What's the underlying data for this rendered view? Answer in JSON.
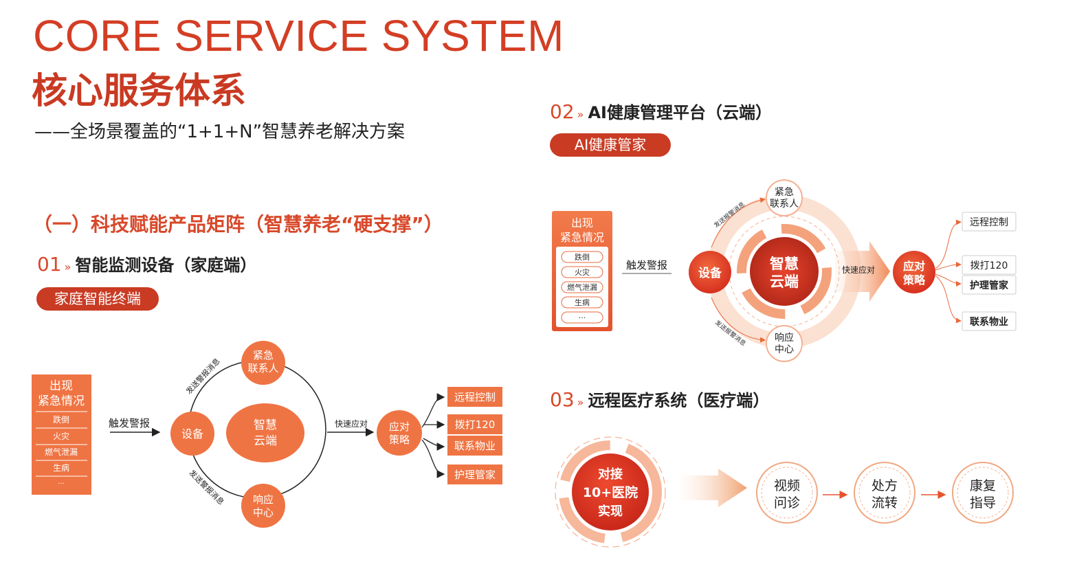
{
  "header": {
    "en_title": "CORE SERVICE SYSTEM",
    "cn_title": "核心服务体系",
    "subtitle": "——全场景覆盖的“1+1+N”智慧养老解决方案"
  },
  "section1": {
    "title": "（一）科技赋能产品矩阵（智慧养老“硬支撑”）",
    "s01": {
      "num": "01",
      "chevron": "»",
      "title": "智能监测设备（家庭端）",
      "pill": "家庭智能终端"
    },
    "diagram": {
      "box_title_1": "出现",
      "box_title_2": "紧急情况",
      "box_items": [
        "跌倒",
        "火灾",
        "燃气泄漏",
        "生病",
        "..."
      ],
      "trigger": "触发警报",
      "device": "设备",
      "cloud_1": "智慧",
      "cloud_2": "云端",
      "contact_1": "紧急",
      "contact_2": "联系人",
      "response_1": "响应",
      "response_2": "中心",
      "send_top": "发送警报消息",
      "send_bottom": "发送警报消息",
      "fast": "快速应对",
      "strategy_1": "应对",
      "strategy_2": "策略",
      "outputs": [
        "远程控制",
        "拨打120",
        "联系物业",
        "护理管家"
      ]
    }
  },
  "section2": {
    "num": "02",
    "chevron": "»",
    "title": "AI健康管理平台（云端）",
    "pill": "AI健康管家",
    "diagram": {
      "box_title_1": "出现",
      "box_title_2": "紧急情况",
      "box_items": [
        "跌倒",
        "火灾",
        "燃气泄漏",
        "生病",
        "···"
      ],
      "trigger": "触发警报",
      "device": "设备",
      "cloud_1": "智慧",
      "cloud_2": "云端",
      "contact_1": "紧急",
      "contact_2": "联系人",
      "response_1": "响应",
      "response_2": "中心",
      "send_top": "发送报警消息",
      "send_bottom": "发送报警消息",
      "fast": "快速应对",
      "strategy_1": "应对",
      "strategy_2": "策略",
      "outputs": [
        "远程控制",
        "拨打120",
        "护理管家",
        "联系物业"
      ]
    }
  },
  "section3": {
    "num": "03",
    "chevron": "»",
    "title": "远程医疗系统（医疗端）",
    "diagram": {
      "hub_1": "对接",
      "hub_2": "10+医院",
      "hub_3": "实现",
      "steps": [
        {
          "l1": "视频",
          "l2": "问诊"
        },
        {
          "l1": "处方",
          "l2": "流转"
        },
        {
          "l1": "康复",
          "l2": "指导"
        }
      ]
    }
  },
  "colors": {
    "accent": "#d8482a",
    "deep": "#c93b23",
    "orange": "#ef7443"
  }
}
